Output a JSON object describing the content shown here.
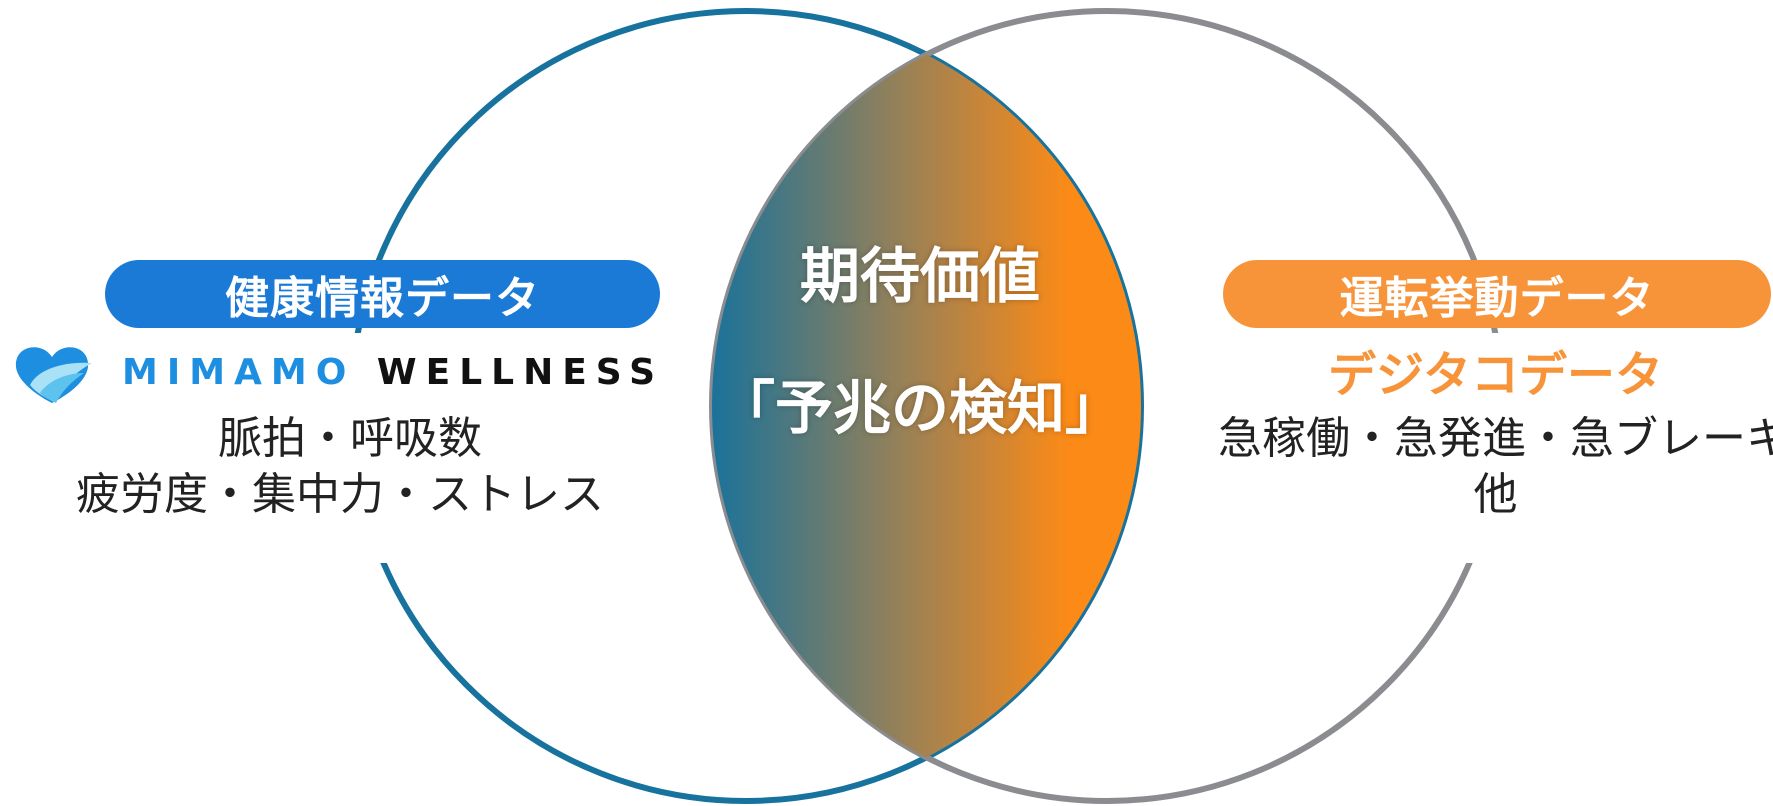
{
  "colors": {
    "left_circle": "#17739e",
    "right_circle": "#8a8c90",
    "gradient_left": "#12719f",
    "gradient_right": "#fb8a17",
    "left_pill": "#1a7ad6",
    "right_pill": "#f7943a",
    "brand_blue": "#1e8fe0"
  },
  "center": {
    "title": "期待価値",
    "subtitle": "「予兆の検知」"
  },
  "left": {
    "pill_label": "健康情報データ",
    "logo": {
      "icon": "heart-icon",
      "brand_part1": "MIMAMO",
      "brand_part2": "WELLNESS"
    },
    "line1": "脈拍・呼吸数",
    "line2": "疲労度・集中力・ストレス"
  },
  "right": {
    "pill_label": "運転挙動データ",
    "heading": "デジタコデータ",
    "line1": "急稼働・急発進・急ブレーキ",
    "line2": "他"
  }
}
